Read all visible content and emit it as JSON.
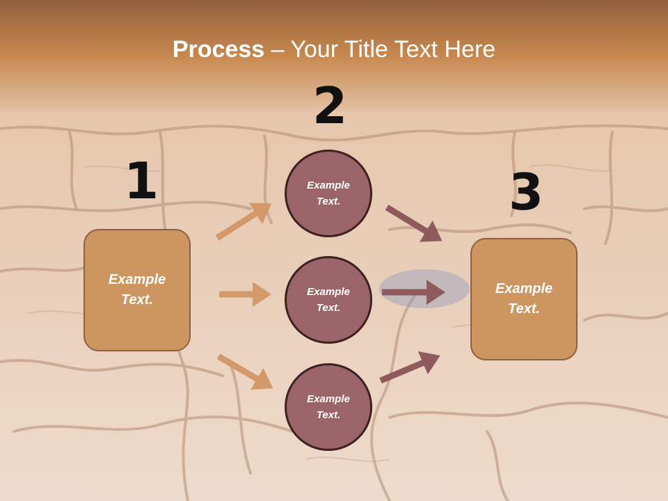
{
  "slide": {
    "title_bold": "Process",
    "title_rest": " – Your Title Text Here",
    "step_numbers": [
      "1",
      "2",
      "3"
    ],
    "box_left": "Example\nText.",
    "box_right": "Example\nText.",
    "circles": [
      "Example\nText.",
      "Example\nText.",
      "Example\nText."
    ]
  },
  "colors": {
    "box_fill": "#cd955f",
    "circle_fill": "#9a6468",
    "arrow_left": "#d4996a",
    "arrow_right": "#8e5a5c",
    "header_band": "#a86a3c"
  }
}
